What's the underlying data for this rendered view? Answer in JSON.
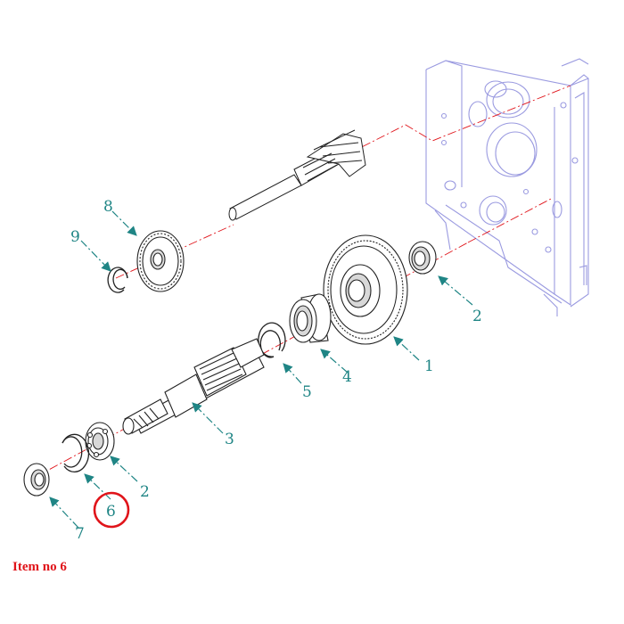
{
  "diagram": {
    "callouts": [
      {
        "id": "c1",
        "label": "1"
      },
      {
        "id": "c2a",
        "label": "2"
      },
      {
        "id": "c2b",
        "label": "2"
      },
      {
        "id": "c3",
        "label": "3"
      },
      {
        "id": "c4",
        "label": "4"
      },
      {
        "id": "c5",
        "label": "5"
      },
      {
        "id": "c6",
        "label": "6"
      },
      {
        "id": "c7",
        "label": "7"
      },
      {
        "id": "c8",
        "label": "8"
      },
      {
        "id": "c9",
        "label": "9"
      }
    ],
    "highlighted_item": "6",
    "caption": "Item no 6"
  },
  "colors": {
    "housing": "#9a9ae0",
    "parts": "#222222",
    "callout": "#1f8585",
    "centerline": "#e0141a",
    "highlight": "#e0141a"
  }
}
